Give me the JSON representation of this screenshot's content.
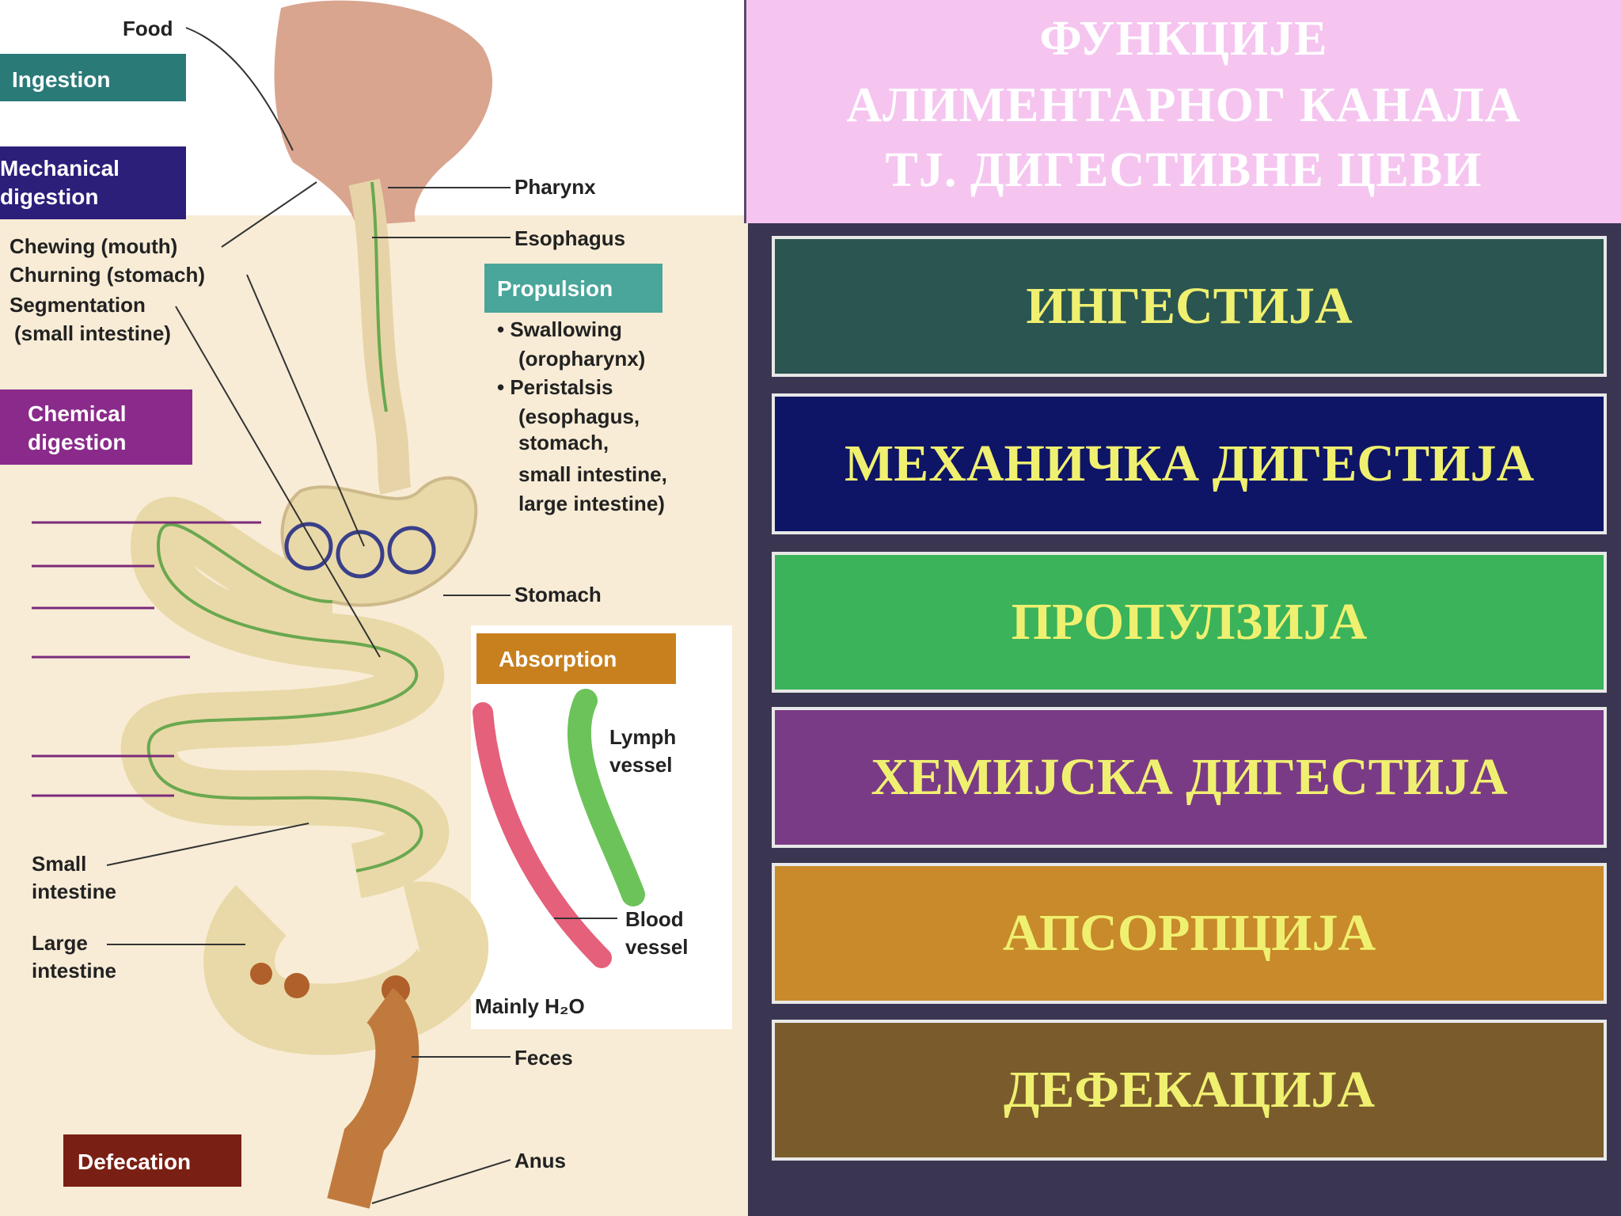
{
  "title_lines": [
    "ФУНКЦИЈЕ",
    "АЛИМЕНТАРНОГ КАНАЛА",
    "ТЈ. ДИГЕСТИВНЕ ЦЕВИ"
  ],
  "functions": [
    {
      "label": "ИНГЕСТИЈА",
      "color": "#2a5550"
    },
    {
      "label": "МЕХАНИЧКА ДИГЕСТИЈА",
      "color": "#0e1566"
    },
    {
      "label": "ПРОПУЛЗИЈА",
      "color": "#3ab35a"
    },
    {
      "label": "ХЕМИЈСКА ДИГЕСТИЈА",
      "color": "#7a3b86"
    },
    {
      "label": "АПСОРПЦИЈА",
      "color": "#c88a2a"
    },
    {
      "label": "ДЕФЕКАЦИЈА",
      "color": "#7a5c2c"
    }
  ],
  "diagram": {
    "boxes": {
      "ingestion": "Ingestion",
      "mechanical_1": "Mechanical",
      "mechanical_2": "digestion",
      "propulsion": "Propulsion",
      "chemical_1": "Chemical",
      "chemical_2": "digestion",
      "absorption": "Absorption",
      "defecation": "Defecation"
    },
    "labels": {
      "food": "Food",
      "pharynx": "Pharynx",
      "esophagus": "Esophagus",
      "chewing": "Chewing (mouth)",
      "churning": "Churning (stomach)",
      "segmentation_1": "Segmentation",
      "segmentation_2": "(small intestine)",
      "swallowing_1": "• Swallowing",
      "swallowing_2": "(oropharynx)",
      "peristalsis_1": "• Peristalsis",
      "peristalsis_2": "(esophagus,",
      "peristalsis_3": "stomach,",
      "peristalsis_4": "small intestine,",
      "peristalsis_5": "large intestine)",
      "stomach": "Stomach",
      "lymph_1": "Lymph",
      "lymph_2": "vessel",
      "small_int_1": "Small",
      "small_int_2": "intestine",
      "large_int_1": "Large",
      "large_int_2": "intestine",
      "blood_1": "Blood",
      "blood_2": "vessel",
      "h2o": "Mainly H₂O",
      "feces": "Feces",
      "anus": "Anus"
    },
    "colors": {
      "ingestion": "#2a7a78",
      "mechanical": "#2c1f7a",
      "propulsion": "#4aa59a",
      "chemical": "#8a2a8a",
      "absorption": "#c8801e",
      "defecation": "#7a1f14"
    }
  }
}
